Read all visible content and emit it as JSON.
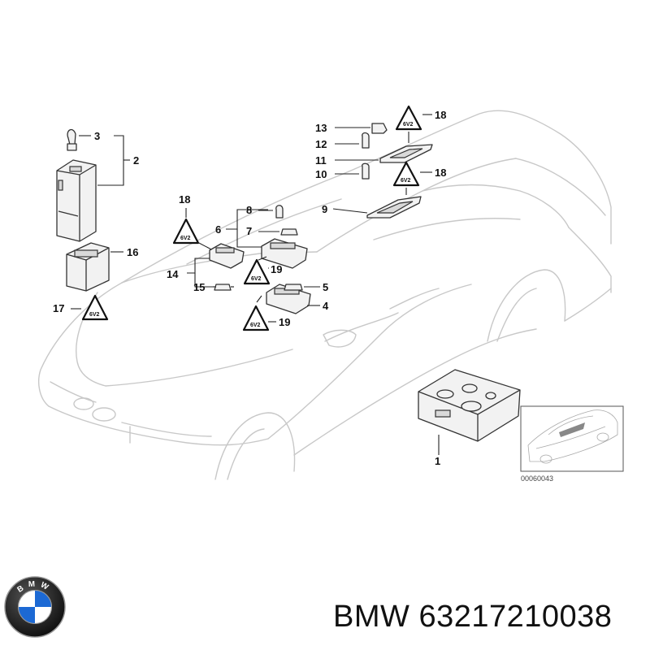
{
  "diagram": {
    "reference_code": "00060043",
    "callouts": {
      "c1": "1",
      "c2": "2",
      "c3": "3",
      "c4": "4",
      "c5": "5",
      "c6": "6",
      "c7": "7",
      "c8": "8",
      "c9": "9",
      "c10": "10",
      "c11": "11",
      "c12": "12",
      "c13": "13",
      "c14": "14",
      "c15": "15",
      "c16": "16",
      "c17": "17",
      "c18a": "18",
      "c18b": "18",
      "c18c": "18",
      "c19a": "19",
      "c19b": "19"
    },
    "triangle_mark": "6V2"
  },
  "footer": {
    "brand": "BMW",
    "part_number": "63217210038",
    "logo_letters": "BMW"
  },
  "colors": {
    "bmw_blue": "#1c69d4",
    "outline_gray": "#c8c8c8"
  }
}
